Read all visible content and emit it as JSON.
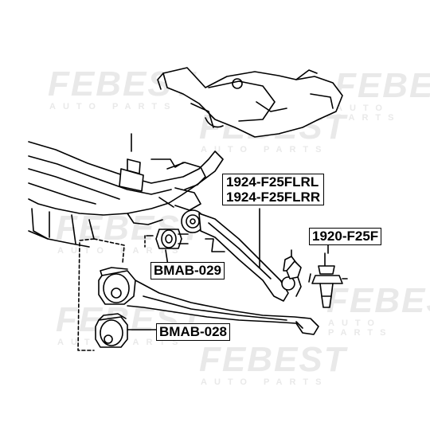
{
  "watermark": {
    "brand": "FEBEST",
    "tagline": "AUTO PARTS"
  },
  "callouts": {
    "upper_arm_left": "1924-F25FLRL",
    "upper_arm_right": "1924-F25FLRR",
    "ball_joint": "1920-F25F",
    "bushing_029": "BMAB-029",
    "bushing_028": "BMAB-028"
  },
  "colors": {
    "line": "#000000",
    "watermark": "#e9e9e9",
    "background": "#ffffff"
  }
}
